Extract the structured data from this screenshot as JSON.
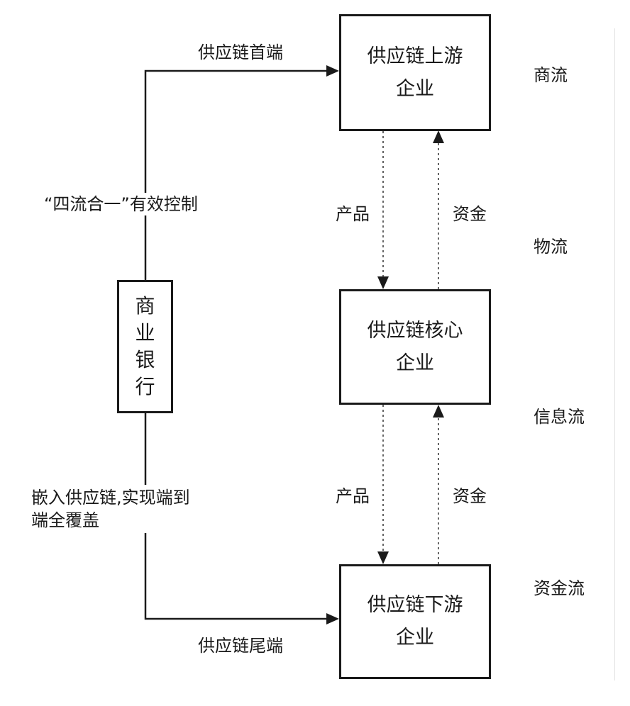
{
  "colors": {
    "stroke": "#1a1a1a",
    "dotted": "#555555",
    "background": "#ffffff"
  },
  "nodes": {
    "upstream": {
      "line1": "供应链上游",
      "line2": "企业"
    },
    "core": {
      "line1": "供应链核心",
      "line2": "企业"
    },
    "downstream": {
      "line1": "供应链下游",
      "line2": "企业"
    }
  },
  "bank": {
    "chars": [
      "商",
      "业",
      "银",
      "行"
    ]
  },
  "labels": {
    "chain_head": "供应链首端",
    "chain_tail": "供应链尾端",
    "four_flows_control": "“四流合一”有效控制",
    "embed_line1": "嵌入供应链,实现端到",
    "embed_line2": "端全覆盖",
    "product_1": "产品",
    "funds_1": "资金",
    "product_2": "产品",
    "funds_2": "资金"
  },
  "flows": [
    "商流",
    "物流",
    "信息流",
    "资金流"
  ]
}
